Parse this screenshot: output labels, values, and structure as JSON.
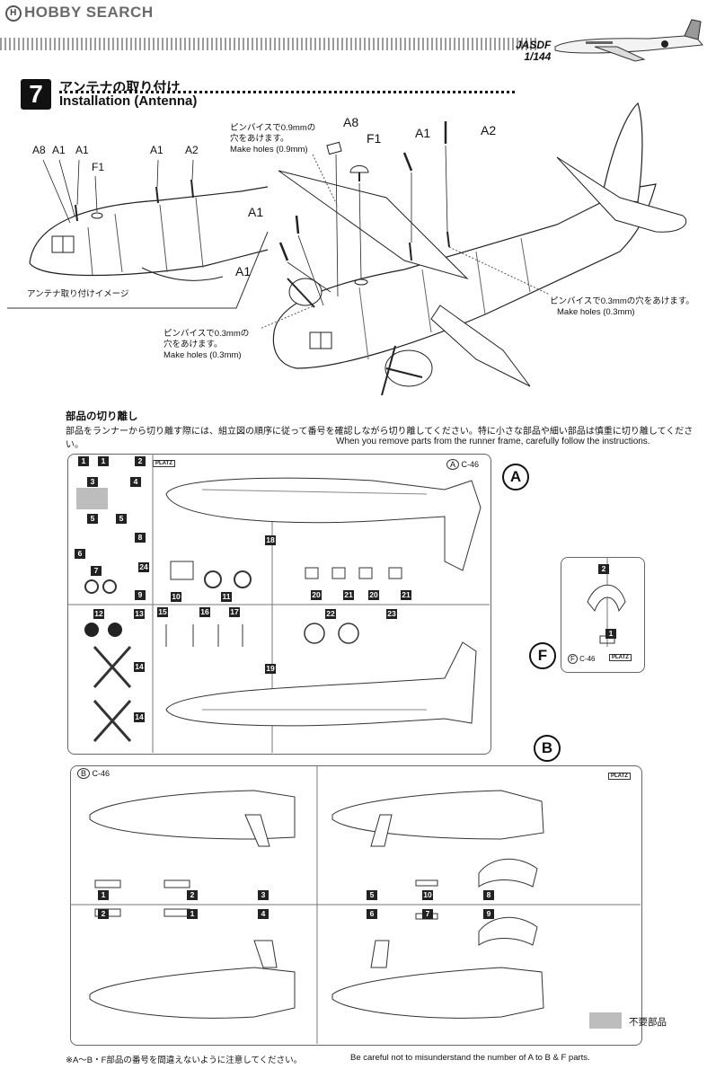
{
  "header": {
    "logo": "HOBBY SEARCH",
    "series": "JASDF",
    "scale": "1/144"
  },
  "step": {
    "number": "7",
    "title_jp": "アンテナの取り付け",
    "title_en": "Installation (Antenna)"
  },
  "inset": {
    "caption": "アンテナ取り付けイメージ",
    "labels": [
      "A8",
      "A1",
      "A1",
      "F1",
      "A1",
      "A2"
    ]
  },
  "main_labels": {
    "a8": "A8",
    "f1": "F1",
    "a1_top": "A1",
    "a2": "A2",
    "a1_left_top": "A1",
    "a1_left_bottom": "A1"
  },
  "notes": {
    "hole09_jp1": "ピンバイスで0.9mmの",
    "hole09_jp2": "穴をあけます。",
    "hole09_en": "Make holes (0.9mm)",
    "hole03_left_jp1": "ピンバイスで0.3mmの",
    "hole03_left_jp2": "穴をあけます。",
    "hole03_left_en": "Make holes (0.3mm)",
    "hole03_right_jp": "ピンバイスで0.3mmの穴をあけます。",
    "hole03_right_en": "Make holes (0.3mm)"
  },
  "separation": {
    "title_jp": "部品の切り離し",
    "desc_jp": "部品をランナーから切り離す際には、組立図の順序に従って番号を確認しながら切り離してください。特に小さな部品や細い部品は慎重に切り離してください。",
    "desc_en": "When you remove parts from the runner frame, carefully follow the instructions."
  },
  "sprues": {
    "a": {
      "label": "A",
      "tag": "A",
      "kit": "C-46",
      "parts": [
        "1",
        "1",
        "2",
        "3",
        "4",
        "5",
        "5",
        "6",
        "7",
        "8",
        "9",
        "10",
        "11",
        "12",
        "13",
        "14",
        "14",
        "15",
        "16",
        "17",
        "18",
        "19",
        "20",
        "21",
        "20",
        "21",
        "22",
        "23",
        "24"
      ]
    },
    "f": {
      "label": "F",
      "tag": "F",
      "kit": "C-46",
      "parts": [
        "2",
        "1"
      ]
    },
    "b": {
      "label": "B",
      "tag": "B",
      "kit": "C-46",
      "parts": [
        "1",
        "2",
        "3",
        "2",
        "1",
        "4",
        "5",
        "10",
        "8",
        "6",
        "7",
        "9"
      ]
    }
  },
  "plate_text": "PLATZ",
  "legend": {
    "text": "不要部品",
    "color": "#bdbdbd"
  },
  "footer": {
    "jp": "※A～B・F部品の番号を間違えないように注意してください。",
    "en": "Be careful not to misunderstand the number of A to B & F parts."
  }
}
